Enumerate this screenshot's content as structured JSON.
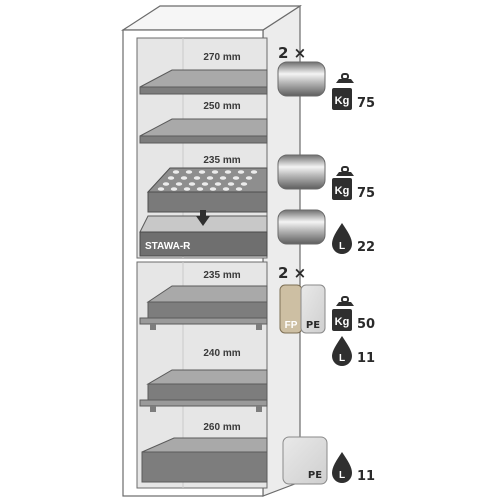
{
  "cabinet": {
    "upper_shelves": [
      {
        "label": "270 mm"
      },
      {
        "label": "250 mm"
      },
      {
        "label": "235 mm"
      }
    ],
    "insert_label": "STAWA-R",
    "lower_trays": [
      {
        "label": "235 mm"
      },
      {
        "label": "240 mm"
      },
      {
        "label": "260 mm"
      }
    ]
  },
  "specs": {
    "group1": {
      "multiplier": "2 ×",
      "load_icon_text": "Kg",
      "load_value": "75"
    },
    "group2": {
      "load_icon_text": "Kg",
      "load_value": "75"
    },
    "group3": {
      "volume_icon_text": "L",
      "volume_value": "22"
    },
    "group4": {
      "multiplier": "2 ×",
      "material_fp": "FP",
      "material_pe": "PE",
      "load_icon_text": "Kg",
      "load_value": "50",
      "volume_icon_text": "L",
      "volume_value": "11"
    },
    "group5": {
      "material_pe": "PE",
      "volume_icon_text": "L",
      "volume_value": "11"
    }
  },
  "colors": {
    "cabinet_outline": "#6b6b6b",
    "interior": "#e6e6e6",
    "shelf_fill": "#8c8c8c",
    "icon_dark": "#2f2f2f"
  }
}
